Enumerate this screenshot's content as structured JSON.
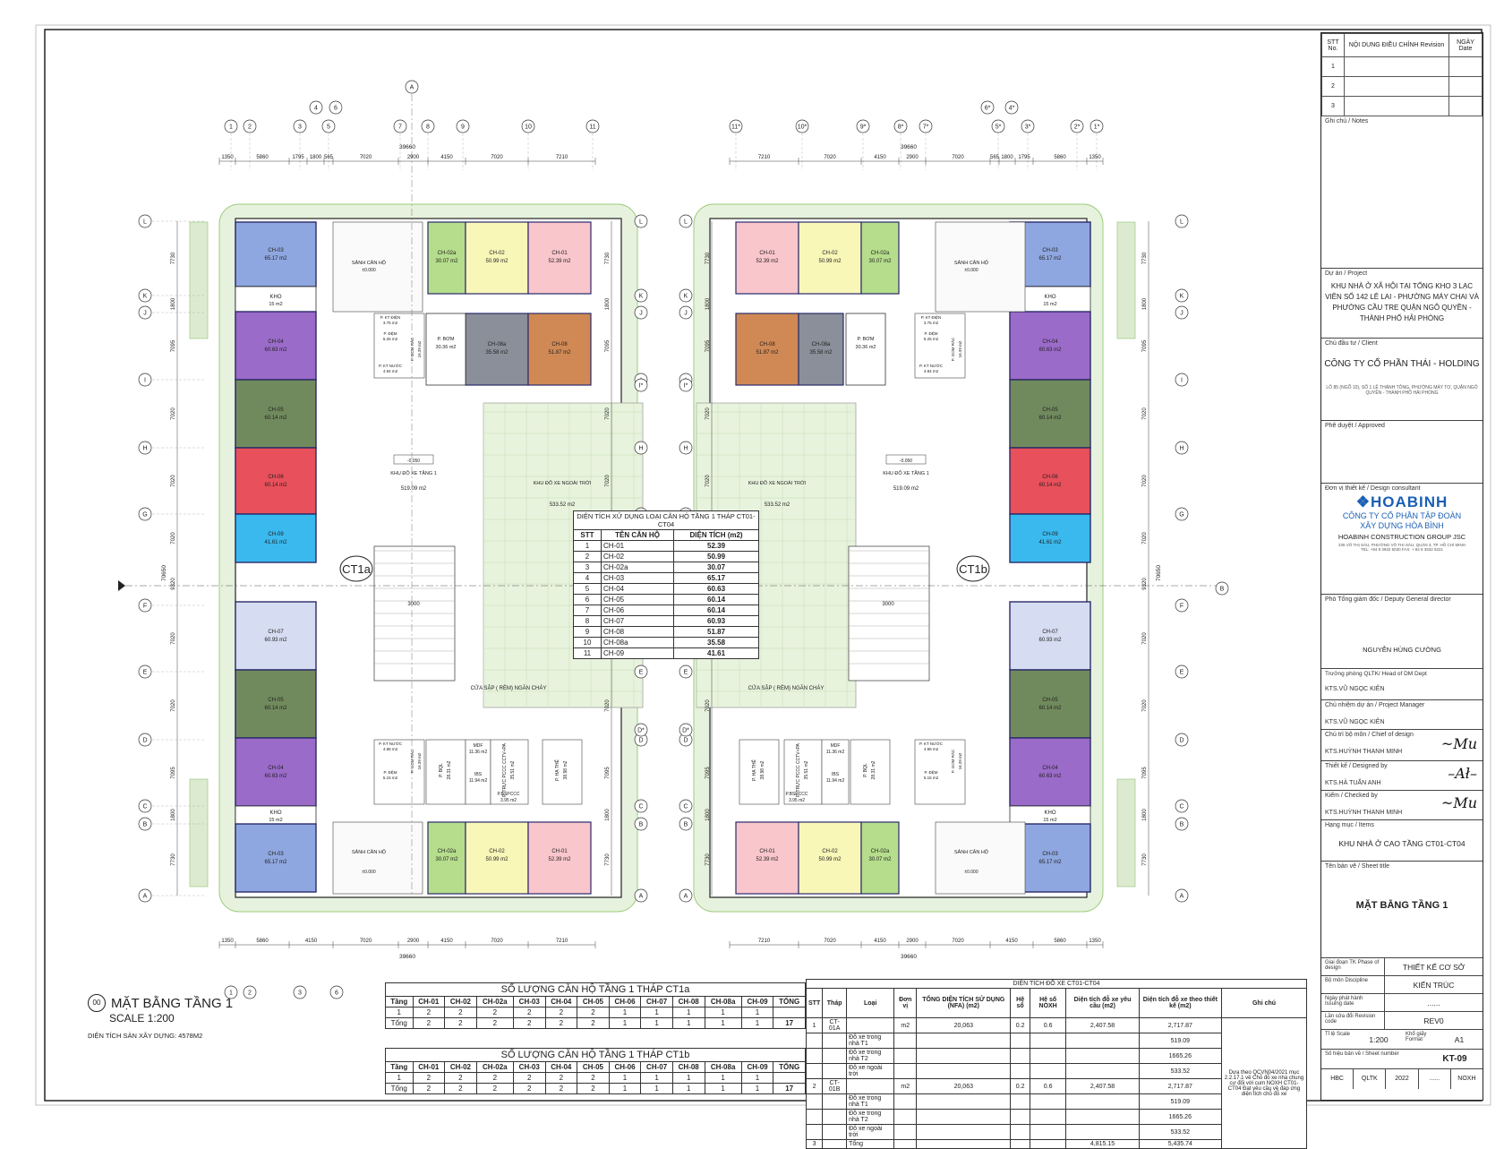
{
  "labels": {
    "tower_left": "CT1a",
    "tower_right": "CT1b",
    "hall": "SẢNH CĂN HỘ",
    "hall_level": "±0.000",
    "kho": "KHO",
    "kho_area": "15 m2",
    "indoor_parking": "KHU ĐỖ XE TẦNG 1",
    "indoor_level": "-0.050",
    "indoor_area": "519.09 m2",
    "outdoor_parking": "KHU ĐỖ XE NGOÀI TRỜI",
    "outdoor_area": "533.52 m2",
    "fire_curtain": "CỬA SẬP ( RÈM) NGĂN CHÁY",
    "pump": "P. BƠM",
    "pump_area": "30.36 m2",
    "mdf": "MDF",
    "mdf_area": "11.36 m2",
    "ibs": "IBS",
    "ibs_area": "11.94 m2",
    "bql": "P. BQL",
    "bql_area": "28.31 m2",
    "pccc": "P. TRỰC PCCC CCTV+PA",
    "pccc_area": "35.51 m2",
    "hathe": "P. HẠ THẾ",
    "hathe_area": "38.98 m2",
    "bspccc": "P.BSPCCC",
    "bspccc_area": "3.95 m2",
    "ktdien": "P. KT ĐIỆN",
    "ktdien_area": "3.75 m2",
    "pdem": "P. ĐỆM",
    "pdem_area": "5.25 m2",
    "pdem2_area": "5.15 m2",
    "ktnuoc": "P. KT NƯỚC",
    "ktnuoc_area": "4.84 m2",
    "ktnuoc2_area": "4.88 m2",
    "gom_rac": "P. GOM RÁC",
    "gom_rac_area": "16.39 m2",
    "stair": "3000",
    "plan_title": "MẶT BẰNG TẦNG 1",
    "plan_num": "00",
    "plan_scale": "SCALE 1:200",
    "plan_area": "DIỆN TÍCH SÀN XÂY DỰNG: 4578M2",
    "dim_total": "39660",
    "dim_total_v": "70650"
  },
  "dims_left": [
    "1350",
    "5860",
    "1795",
    "1800",
    "565",
    "7020",
    "2900",
    "4150",
    "7020",
    "7210"
  ],
  "dims_left_bottom": [
    "1350",
    "5860",
    "4150",
    "7020",
    "2900",
    "4150",
    "7020",
    "7210"
  ],
  "dims_right": [
    "7210",
    "7020",
    "4150",
    "2900",
    "7020",
    "565",
    "1800",
    "1795",
    "5860",
    "1350"
  ],
  "dims_right_bottom": [
    "7210",
    "7020",
    "4150",
    "2900",
    "7020",
    "4150",
    "5860",
    "1350"
  ],
  "dims_vertical": [
    "7730",
    "1800",
    "7095",
    "7020",
    "7020",
    "7020",
    "9320",
    "7020",
    "7020",
    "7095",
    "1800",
    "7730"
  ],
  "grid_top_left": [
    "1",
    "2",
    "3",
    "5",
    "7",
    "8",
    "9",
    "10",
    "11"
  ],
  "grid_top_left_upper": [
    "4",
    "6"
  ],
  "grid_top_left_axis": "A",
  "grid_top_right": [
    "11*",
    "10*",
    "9*",
    "8*",
    "7*",
    "5*",
    "3*",
    "2*",
    "1*"
  ],
  "grid_top_right_upper": [
    "6*",
    "4*"
  ],
  "grid_bottom_left": [
    "1",
    "2",
    "3",
    "6"
  ],
  "grid_rows": [
    "L",
    "K",
    "J",
    "I",
    "H",
    "G",
    "F",
    "E",
    "D",
    "C",
    "B",
    "A"
  ],
  "grid_rows_extra": [
    "I*",
    "D*"
  ],
  "section_b": "B",
  "units": {
    "ch01": {
      "name": "CH-01",
      "area": "52.39 m2",
      "color": "#f9c6cc"
    },
    "ch02": {
      "name": "CH-02",
      "area": "50.99 m2",
      "color": "#f9f7b8"
    },
    "ch02a": {
      "name": "CH-02a",
      "area": "30.07 m2",
      "color": "#b5dd8c"
    },
    "ch03": {
      "name": "CH-03",
      "area": "65.17 m2",
      "color": "#8fa7e0"
    },
    "ch04": {
      "name": "CH-04",
      "area": "60.63 m2",
      "color": "#9b6bc9"
    },
    "ch05": {
      "name": "CH-05",
      "area": "60.14 m2",
      "color": "#718a5d"
    },
    "ch06": {
      "name": "CH-06",
      "area": "60.14 m2",
      "color": "#e8505b"
    },
    "ch07": {
      "name": "CH-07",
      "area": "60.93 m2",
      "color": "#d6dcf1"
    },
    "ch08": {
      "name": "CH-08",
      "area": "51.87 m2",
      "color": "#d08955"
    },
    "ch08a": {
      "name": "CH-08a",
      "area": "35.58 m2",
      "color": "#8a8f99"
    },
    "ch09": {
      "name": "CH-09",
      "area": "41.61 m2",
      "color": "#39b9ee"
    }
  },
  "area_table": {
    "title": "DIỆN TÍCH XỬ DỤNG LOẠI CĂN HỘ TẦNG 1 THÁP CT01-CT04",
    "headers": [
      "STT",
      "TÊN CĂN HỘ",
      "DIỆN TÍCH (m2)"
    ],
    "rows": [
      [
        "1",
        "CH-01",
        "52.39"
      ],
      [
        "2",
        "CH-02",
        "50.99"
      ],
      [
        "3",
        "CH-02a",
        "30.07"
      ],
      [
        "4",
        "CH-03",
        "65.17"
      ],
      [
        "5",
        "CH-04",
        "60.63"
      ],
      [
        "6",
        "CH-05",
        "60.14"
      ],
      [
        "7",
        "CH-06",
        "60.14"
      ],
      [
        "8",
        "CH-07",
        "60.93"
      ],
      [
        "9",
        "CH-08",
        "51.87"
      ],
      [
        "10",
        "CH-08a",
        "35.58"
      ],
      [
        "11",
        "CH-09",
        "41.61"
      ]
    ]
  },
  "count_tables": [
    {
      "title": "SỐ LƯỢNG CĂN HỘ TẦNG 1 THÁP CT1a",
      "headers": [
        "Tầng",
        "CH-01",
        "CH-02",
        "CH-02a",
        "CH-03",
        "CH-04",
        "CH-05",
        "CH-06",
        "CH-07",
        "CH-08",
        "CH-08a",
        "CH-09",
        "TỔNG"
      ],
      "rows": [
        [
          "1",
          "2",
          "2",
          "2",
          "2",
          "2",
          "2",
          "1",
          "1",
          "1",
          "1",
          "1",
          ""
        ],
        [
          "Tổng",
          "2",
          "2",
          "2",
          "2",
          "2",
          "2",
          "1",
          "1",
          "1",
          "1",
          "1",
          "17"
        ]
      ]
    },
    {
      "title": "SỐ LƯỢNG CĂN HỘ TẦNG 1 THÁP CT1b",
      "headers": [
        "Tầng",
        "CH-01",
        "CH-02",
        "CH-02a",
        "CH-03",
        "CH-04",
        "CH-05",
        "CH-06",
        "CH-07",
        "CH-08",
        "CH-08a",
        "CH-09",
        "TỔNG"
      ],
      "rows": [
        [
          "1",
          "2",
          "2",
          "2",
          "2",
          "2",
          "2",
          "1",
          "1",
          "1",
          "1",
          "1",
          ""
        ],
        [
          "Tổng",
          "2",
          "2",
          "2",
          "2",
          "2",
          "2",
          "1",
          "1",
          "1",
          "1",
          "1",
          "17"
        ]
      ]
    }
  ],
  "parking_table": {
    "title": "DIỆN TÍCH ĐỖ XE CT01-CT04",
    "headers": [
      "STT",
      "Tháp",
      "Loại",
      "Đơn vị",
      "TỔNG DIỆN TÍCH SỬ DỤNG (NFA) (m2)",
      "Hệ số",
      "Hệ số NOXH",
      "Diện tích đỗ xe yêu cầu (m2)",
      "Diện tích đỗ xe theo thiết kế (m2)",
      "Ghi chú"
    ],
    "rows": [
      [
        "1",
        "CT-01A",
        "",
        "m2",
        "20,063",
        "0.2",
        "0.6",
        "2,407.58",
        "2,717.87",
        ""
      ],
      [
        "",
        "",
        "Đỗ xe trong nhà T1",
        "",
        "",
        "",
        "",
        "",
        "519.09",
        ""
      ],
      [
        "",
        "",
        "Đỗ xe trong nhà T2",
        "",
        "",
        "",
        "",
        "",
        "1665.26",
        ""
      ],
      [
        "",
        "",
        "Đỗ xe ngoài trời",
        "",
        "",
        "",
        "",
        "",
        "533.52",
        ""
      ],
      [
        "2",
        "CT-01B",
        "",
        "m2",
        "20,063",
        "0.2",
        "0.6",
        "2,407.58",
        "2,717.87",
        ""
      ],
      [
        "",
        "",
        "Đỗ xe trong nhà T1",
        "",
        "",
        "",
        "",
        "",
        "519.09",
        ""
      ],
      [
        "",
        "",
        "Đỗ xe trong nhà T2",
        "",
        "",
        "",
        "",
        "",
        "1665.26",
        ""
      ],
      [
        "",
        "",
        "Đỗ xe ngoài trời",
        "",
        "",
        "",
        "",
        "",
        "533.52",
        ""
      ],
      [
        "3",
        "",
        "Tổng",
        "",
        "",
        "",
        "",
        "4,815.15",
        "5,435.74",
        ""
      ]
    ],
    "note": "Dựa theo QCVN04/2021 mục 2.2.17.1 về Chỗ đỗ xe nhà chung cư đối với cum NOXH CT01-CT04 Đạt yêu cầu về đáp ứng diện tích chỗ đỗ xe"
  },
  "titleblock": {
    "rev_headers": [
      "STT No.",
      "NỘI DUNG ĐIỀU CHỈNH Revision",
      "NGÀY Date"
    ],
    "rev_rows": [
      "1",
      "2",
      "3"
    ],
    "notes_label": "Ghi chú / Notes",
    "project_label": "Dự án / Project",
    "project": "KHU NHÀ Ở XÃ HỘI TẠI TỔNG KHO 3 LẠC VIÊN SỐ 142 LÊ LAI - PHƯỜNG MÁY CHAI VÀ PHƯỜNG CẦU TRE QUẬN NGÔ QUYỀN - THÀNH PHỐ HẢI PHÒNG",
    "client_label": "Chủ đầu tư / Client",
    "client": "CÔNG TY CỔ PHẦN THÁI - HOLDING",
    "client_addr": "LÔ 85 (NGÕ 10), SỐ 1 LÊ THÁNH TÔNG, PHƯỜNG MÁY TƠ, QUẬN NGÔ QUYỀN - THÀNH PHỐ HẢI PHÒNG",
    "approved_label": "Phê duyệt / Approved",
    "consultant_label": "Đơn vị thiết kế / Design consultant",
    "logo": "HOABINH",
    "consultant_vn1": "CÔNG TY CỔ PHẦN TẬP ĐOÀN",
    "consultant_vn2": "XÂY DỰNG HÒA BÌNH",
    "consultant_en": "HOABINH CONSTRUCTION GROUP JSC",
    "consultant_addr": "235 VÕ THỊ SÁU, PHƯỜNG VÕ THỊ SÁU, QUẬN 3, TP. HỒ CHÍ MINH",
    "consultant_tel": "TEL: +84 8 3932 5030     FAX: + 84 8 3932 5221",
    "deputy_label": "Phó Tổng giám đốc / Deputy General director",
    "deputy": "NGUYỄN HÙNG CƯỜNG",
    "head_label": "Trưởng phòng QLTK/ Head of DM Dept",
    "head": "KTS.VŨ NGỌC KIÊN",
    "pm_label": "Chủ nhiệm dự án / Project Manager",
    "pm": "KTS.VŨ NGỌC KIÊN",
    "chief_label": "Chủ trì bộ môn / Chief of design",
    "chief": "KTS.HUỲNH THANH MINH",
    "designer_label": "Thiết kế / Designed by",
    "designer": "KTS.HÀ TUẤN ANH",
    "checker_label": "Kiểm / Checked by",
    "checker": "KTS.HUỲNH THANH MINH",
    "items_label": "Hạng mục / Items",
    "items": "KHU NHÀ Ở CAO TẦNG CT01-CT04",
    "sheet_title_label": "Tên bản vẽ / Sheet title",
    "sheet_title": "MẶT BẰNG TẦNG 1",
    "phase_label": "Giai đoạn TK Phase of design",
    "phase": "THIẾT KẾ CƠ SỞ",
    "disc_label": "Bộ môn Discipline",
    "disc": "KIẾN TRÚC",
    "issue_label": "Ngày phát hành Issuing date",
    "issue": "......",
    "revc_label": "Lần sửa đổi Revision code",
    "revc": "REV0",
    "scale_label": "Tỉ lệ Scale",
    "scale": "1:200",
    "format_label": "Khổ giấy Format",
    "format": "A1",
    "sheetno_label": "Số hiệu bản vẽ / Sheet number",
    "sheetno": "KT-09",
    "codes": [
      "HBC",
      "QLTK",
      "2022",
      "......",
      "NOXH"
    ]
  }
}
